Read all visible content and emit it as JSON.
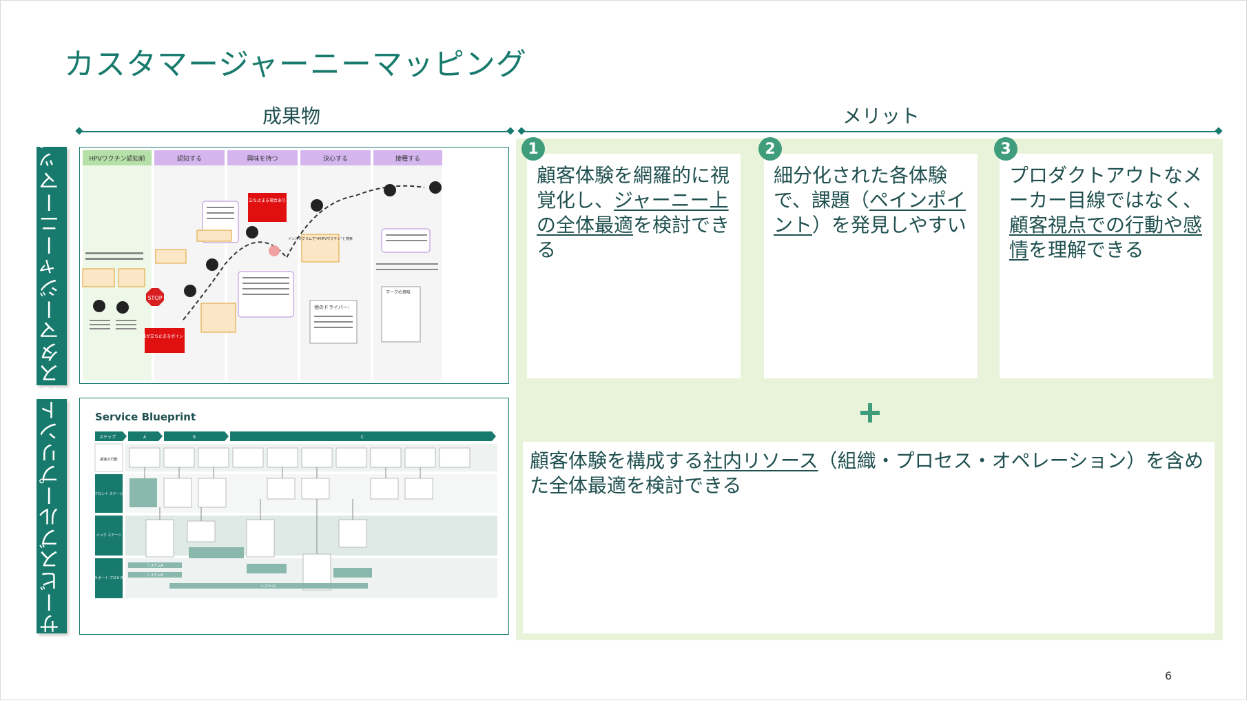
{
  "title": "カスタマージャーニーマッピング",
  "headers": {
    "deliverables": "成果物",
    "merits": "メリット"
  },
  "side_labels": {
    "journey_map": "カスタマージャーニーマップ",
    "blueprint": "サービスブループリント"
  },
  "journey_map": {
    "stages": [
      "HPVワクチン認知前",
      "認知する",
      "興味を持つ",
      "決心する",
      "接種する"
    ],
    "notes": {
      "stop_top": "立ち止まる場合あり",
      "stop_bottom": "誰が立ち止まるポイント",
      "instagram": "インスタグラムで\"#HPVワクチン\"と検索",
      "drivers": "他のドライバー:",
      "legend": "マークの意味"
    }
  },
  "blueprint": {
    "title": "Service Blueprint",
    "steps": [
      "ステップ",
      "A",
      "B",
      "C"
    ],
    "rows": [
      "顧客の行動",
      "フロント ステージ",
      "バック ステージ",
      "サポート プロセス"
    ],
    "bars": [
      "システムA",
      "システムB",
      "システムC"
    ]
  },
  "merits": [
    {
      "num": "1",
      "parts": [
        {
          "t": "顧客体験を網羅的に視覚化し、"
        },
        {
          "t": "ジャーニー上の全体最適",
          "u": true
        },
        {
          "t": "を検討できる"
        }
      ]
    },
    {
      "num": "2",
      "parts": [
        {
          "t": "細分化された各体験で、課題（"
        },
        {
          "t": "ペインポイント",
          "u": true
        },
        {
          "t": "）を発見しやすい"
        }
      ]
    },
    {
      "num": "3",
      "parts": [
        {
          "t": "プロダクトアウトなメーカー目線ではなく、"
        },
        {
          "t": "顧客視点での行動や感情",
          "u": true
        },
        {
          "t": "を理解できる"
        }
      ]
    }
  ],
  "bottom": {
    "parts": [
      {
        "t": "顧客体験を構成する"
      },
      {
        "t": "社内リソース",
        "u": true
      },
      {
        "t": "（組織・プロセス・オペレーション）を含めた全体最適を検討できる"
      }
    ]
  },
  "page_number": "6",
  "colors": {
    "accent": "#177a6c",
    "merit_bg": "#e9f3da",
    "badge": "#3f9d7c"
  }
}
